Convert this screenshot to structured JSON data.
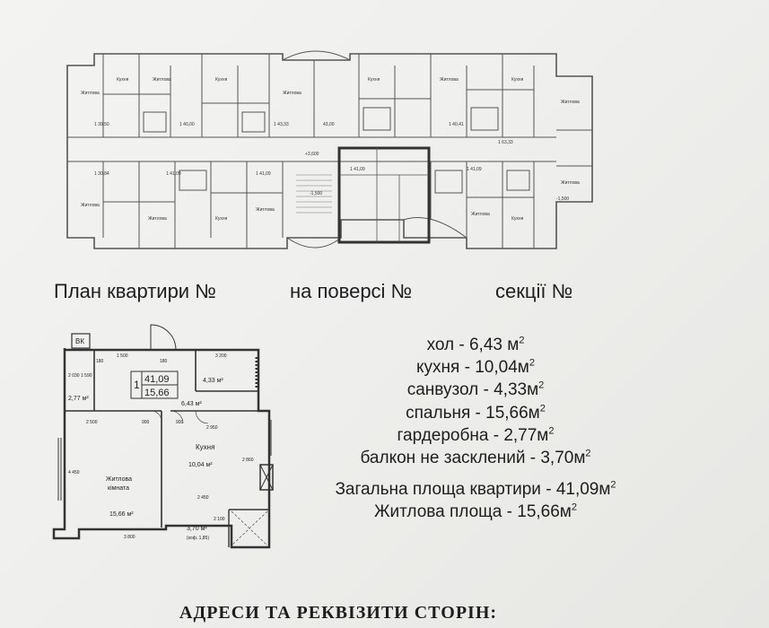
{
  "heading": {
    "apartment_label": "План квартири №",
    "floor_label": "на поверсі №",
    "section_label": "секції №"
  },
  "apartment_plan": {
    "apt_number": "1",
    "total_area": "41,09",
    "living_area": "15,66",
    "room_labels": {
      "vk": "ВК",
      "kitchen": "Кухня",
      "kitchen_area": "10,04 м²",
      "living_room_line1": "Житлова",
      "living_room_line2": "кімната",
      "living_room_area": "15,66 м²",
      "wardrobe_area": "2,77 м²",
      "bathroom_area": "4,33 м²",
      "hall_area": "6,43 м²",
      "balcony_area": "3,70 м²",
      "balcony_coef": "(коф. 1,85)"
    },
    "dimensions": [
      "180",
      "1 500",
      "180",
      "3 200",
      "2 500",
      "900",
      "900",
      "2 450",
      "2 950",
      "2 100",
      "4 450",
      "3 800",
      "2 030",
      "1 590",
      "2 860"
    ]
  },
  "room_list": [
    {
      "name": "хол",
      "value": "6,43 м"
    },
    {
      "name": "кухня",
      "value": "10,04м"
    },
    {
      "name": "санвузол",
      "value": "4,33м"
    },
    {
      "name": "спальня",
      "value": "15,66м"
    },
    {
      "name": "гардеробна",
      "value": "2,77м"
    },
    {
      "name": "балкон не засклений",
      "value": "3,70м"
    }
  ],
  "totals": [
    {
      "name": "Загальна площа квартири",
      "value": "41,09м"
    },
    {
      "name": "Житлова площа",
      "value": "15,66м"
    }
  ],
  "footer": {
    "title": "АДРЕСИ ТА РЕКВІЗИТИ СТОРІН:"
  }
}
